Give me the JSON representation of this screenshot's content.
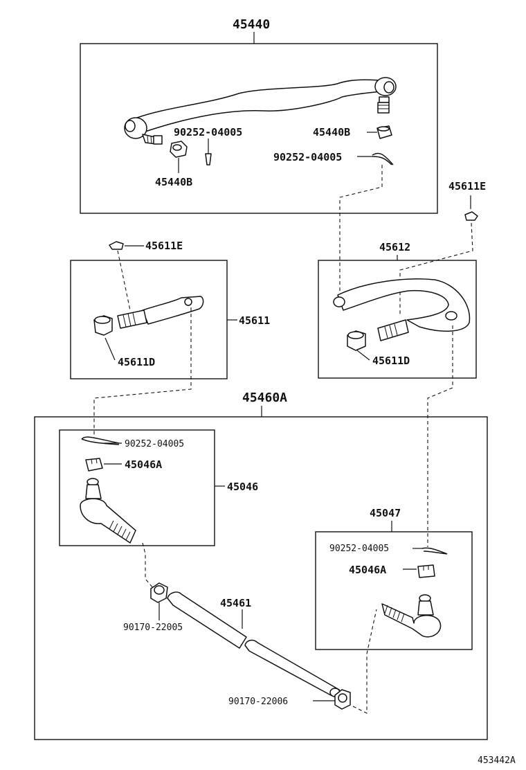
{
  "labels": {
    "top_assembly": "45440",
    "ball_stud_cotter_top": "90252-04005",
    "nut_45440B_right": "45440B",
    "cotter_pin_right": "90252-04005",
    "nut_45440B_left": "45440B",
    "end_cap_right": "45611E",
    "end_cap_left": "45611E",
    "arm_45611": "45611",
    "grommet_left": "45611D",
    "arm_45612": "45612",
    "grommet_right": "45611D",
    "lower_assembly": "45460A",
    "cotter_left": "90252-04005",
    "castle_nut_left": "45046A",
    "tie_rod_end_left": "45046",
    "tie_rod_end_right": "45047",
    "cotter_right": "90252-04005",
    "castle_nut_right": "45046A",
    "adjust_tube": "45461",
    "clamp_nut_left": "90170-22005",
    "clamp_nut_right": "90170-22006",
    "figure_ref": "453442A"
  }
}
